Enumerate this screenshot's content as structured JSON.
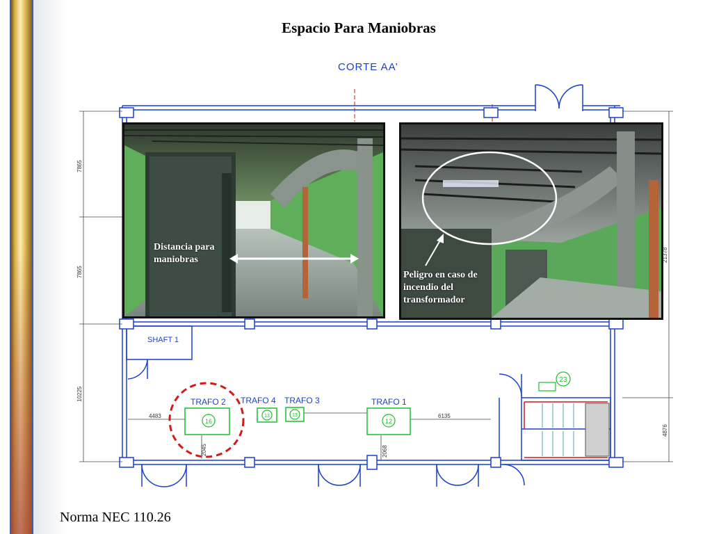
{
  "title": "Espacio Para Maniobras",
  "footer": "Norma NEC 110.26",
  "plan": {
    "section_label": "CORTE AA’",
    "shaft_label": "SHAFT 1",
    "transformers": [
      {
        "label": "TRAFO 2",
        "number": "16"
      },
      {
        "label": "TRAFO 4",
        "number": "13"
      },
      {
        "label": "TRAFO 3",
        "number": "13"
      },
      {
        "label": "TRAFO 1",
        "number": "12"
      }
    ],
    "room_number": "23",
    "dimensions": {
      "left_1": "7865",
      "left_2": "7865",
      "left_3": "10225",
      "right_1": "21378",
      "right_2": "4876",
      "d_4483": "4483",
      "d_6135": "6135",
      "d_2068": "2068",
      "d_2045": "2045"
    }
  },
  "photo_left": {
    "annotation": "Distancia para maniobras"
  },
  "photo_right": {
    "annotation": "Peligro en caso de incendio del transformador"
  },
  "colors": {
    "blue": "#1a3fd0",
    "red": "#d11a1a",
    "green": "#19c02a",
    "dim": "#444444"
  }
}
